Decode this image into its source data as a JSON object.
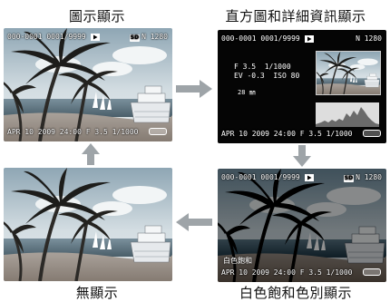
{
  "captions": {
    "top_left": "圖示顯示",
    "top_right": "直方圖和詳細資訊顯示",
    "bottom_left": "無顯示",
    "bottom_right": "白色飽和色別顯示"
  },
  "osd": {
    "file_number": "000-0001",
    "frame_counter": "0001/9999",
    "quality": "N",
    "image_size": "1280",
    "sd_label": "SD",
    "datetime_line": "APR 10 2009 24:00 F 3.5 1/1000",
    "datetime_line_short": "APR 10 2009 24:00 F 3.5 1/1000"
  },
  "detail": {
    "aperture": "F 3.5",
    "shutter": "1/1000",
    "exposure": "EV -0.3",
    "iso": "ISO 80",
    "focal_length": "28 ㎜"
  },
  "white_saturation": {
    "label": "白色飽和"
  },
  "colors": {
    "sky": "#c8d6dc",
    "sea": "#5e7784",
    "sand": "#9c948c",
    "accent_arrow": "#9ea4a8"
  },
  "icons": [
    "play-icon",
    "sd-card-icon",
    "battery-icon",
    "arrow-right-icon",
    "arrow-down-icon",
    "arrow-left-icon",
    "arrow-up-icon"
  ]
}
